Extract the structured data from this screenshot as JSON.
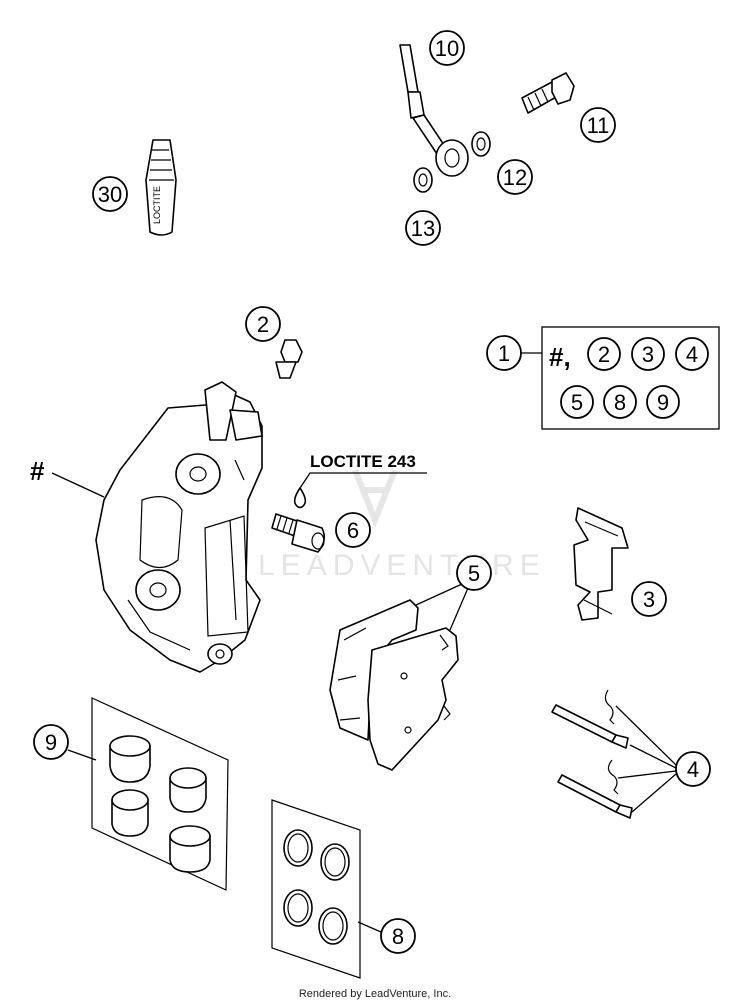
{
  "diagram": {
    "watermark": "LEADVENTURE",
    "loctite_label": "LOCTITE 243",
    "loctite_tube_label": "LOCTITE",
    "caliper_label": "#",
    "kit_box": {
      "callout": "1",
      "row1_prefix": "#,",
      "row1_items": [
        "2",
        "3",
        "4"
      ],
      "row2_items": [
        "5",
        "8",
        "9"
      ]
    },
    "callouts": {
      "c2": "2",
      "c3": "3",
      "c4": "4",
      "c5": "5",
      "c6": "6",
      "c8": "8",
      "c9": "9",
      "c10": "10",
      "c11": "11",
      "c12": "12",
      "c13": "13",
      "c30": "30"
    }
  },
  "footer": {
    "text": "Rendered by LeadVenture, Inc."
  }
}
